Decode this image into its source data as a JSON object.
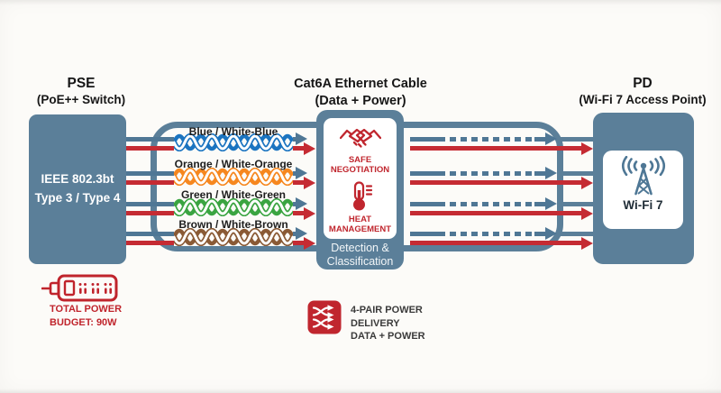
{
  "colors": {
    "slate_box": "#5b7f99",
    "slate_arrow": "#4f7795",
    "red_icon_text": "#c0262e",
    "red_arrow": "#c52b33",
    "ink": "#1b1b1b"
  },
  "pse": {
    "title": "PSE",
    "subtitle": "(PoE++ Switch)",
    "standard_line1": "IEEE 802.3bt",
    "standard_line2": "Type 3 / Type 4"
  },
  "cable": {
    "title": "Cat6A Ethernet Cable",
    "subtitle": "(Data + Power)",
    "pairs": [
      {
        "label": "Blue / White-Blue",
        "color": "#1b74c0"
      },
      {
        "label": "Orange / White-Orange",
        "color": "#f6871f"
      },
      {
        "label": "Green / White-Green",
        "color": "#3aa441"
      },
      {
        "label": "Brown / White-Brown",
        "color": "#8a5a35"
      }
    ]
  },
  "negotiation": {
    "safe_line1": "SAFE",
    "safe_line2": "NEGOTIATION",
    "heat_line1": "HEAT",
    "heat_line2": "MANAGEMENT",
    "footer_line1": "Detection &",
    "footer_line2": "Classification"
  },
  "pd": {
    "title": "PD",
    "subtitle": "(Wi-Fi 7 Access Point)",
    "device_label": "Wi-Fi 7"
  },
  "power_budget": {
    "line1": "TOTAL POWER",
    "line2": "BUDGET: 90W"
  },
  "four_pair": {
    "line1": "4-PAIR POWER",
    "line2": "DELIVERY",
    "line3": "DATA + POWER"
  }
}
